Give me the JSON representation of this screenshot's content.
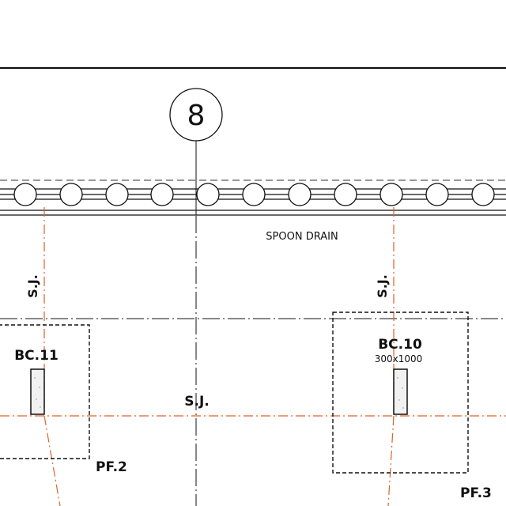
{
  "drawing": {
    "grid_bubble": {
      "label": "8"
    },
    "labels": {
      "spoon_drain": "SPOON DRAIN",
      "sj_left": "S.J.",
      "sj_right": "S.J.",
      "sj_center": "S.J."
    },
    "footings": [
      {
        "id": "pf2",
        "label": "PF.2"
      },
      {
        "id": "pf3",
        "label": "PF.3"
      }
    ],
    "columns": [
      {
        "id": "bc11",
        "label": "BC.11",
        "size": ""
      },
      {
        "id": "bc10",
        "label": "BC.10",
        "size": "300x1000"
      }
    ],
    "colors": {
      "line": "#111111",
      "control_joint": "#e0622a",
      "background": "#ffffff"
    }
  }
}
